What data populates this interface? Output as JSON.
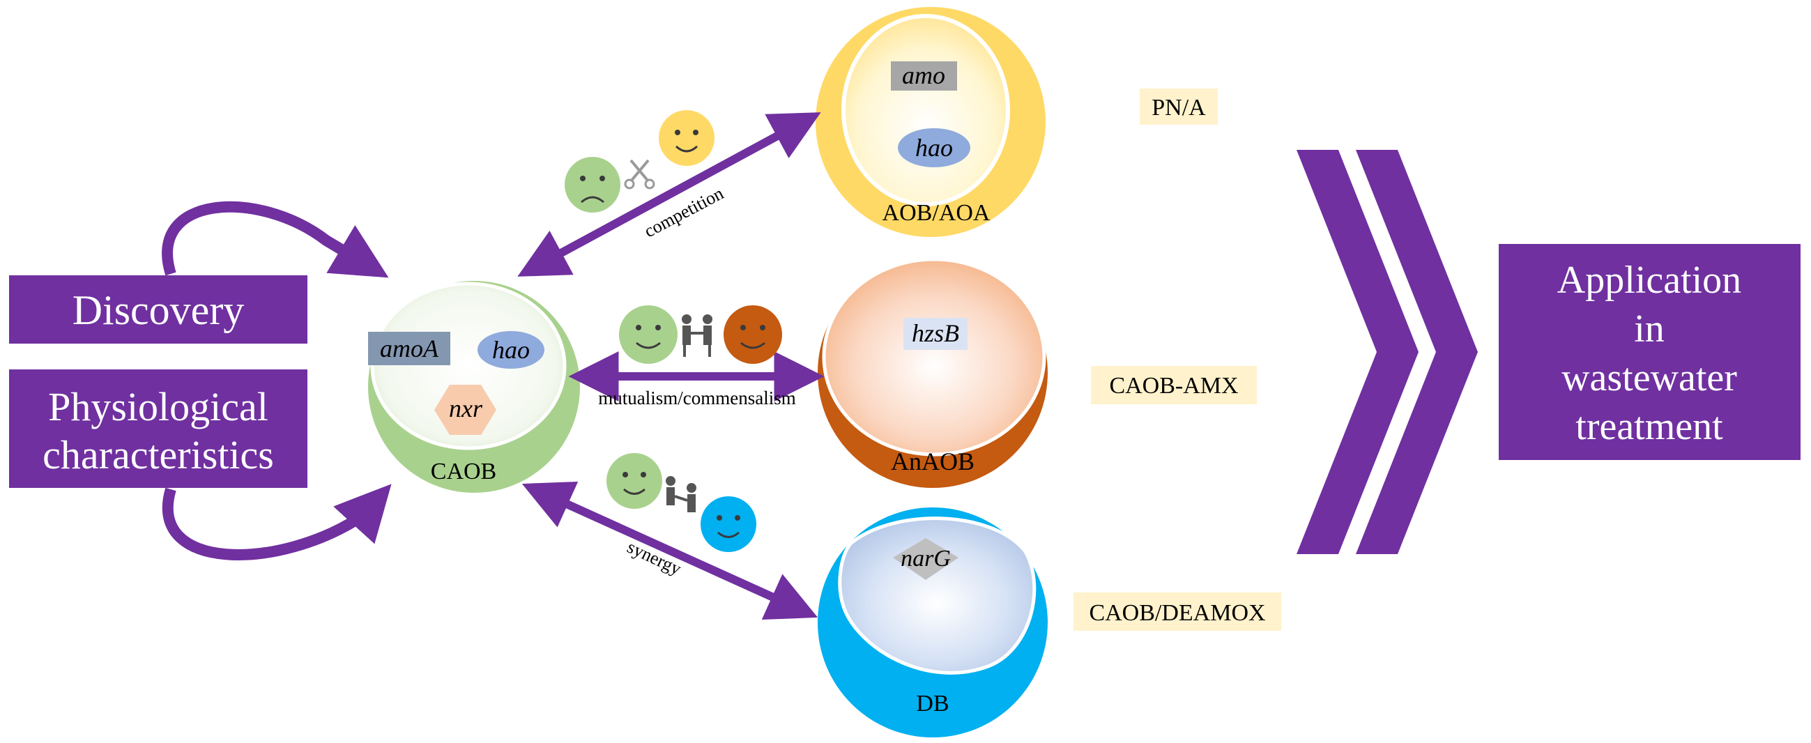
{
  "left": {
    "discovery": "Discovery",
    "physiology_line1": "Physiological",
    "physiology_line2": "characteristics"
  },
  "caob": {
    "label": "CAOB",
    "gene1": "amoA",
    "gene2": "hao",
    "gene3": "nxr"
  },
  "aob": {
    "label": "AOB/AOA",
    "gene1": "amo",
    "gene2": "hao"
  },
  "anaob": {
    "label": "AnAOB",
    "gene1": "hzsB"
  },
  "db": {
    "label": "DB",
    "gene1": "narG"
  },
  "interactions": {
    "competition": "competition",
    "mutualism": "mutualism/commensalism",
    "synergy": "synergy"
  },
  "processes": {
    "pna": "PN/A",
    "amx": "CAOB-AMX",
    "deamox": "CAOB/DEAMOX"
  },
  "application": {
    "line1": "Application",
    "line2": "in",
    "line3": "wastewater",
    "line4": "treatment"
  },
  "colors": {
    "purple": "#7030a0",
    "caob_green": "#a9d18e",
    "aob_yellow": "#ffd966",
    "anaob_orange": "#c55a11",
    "db_blue": "#00b0f0",
    "process_box": "#fff2cc"
  }
}
